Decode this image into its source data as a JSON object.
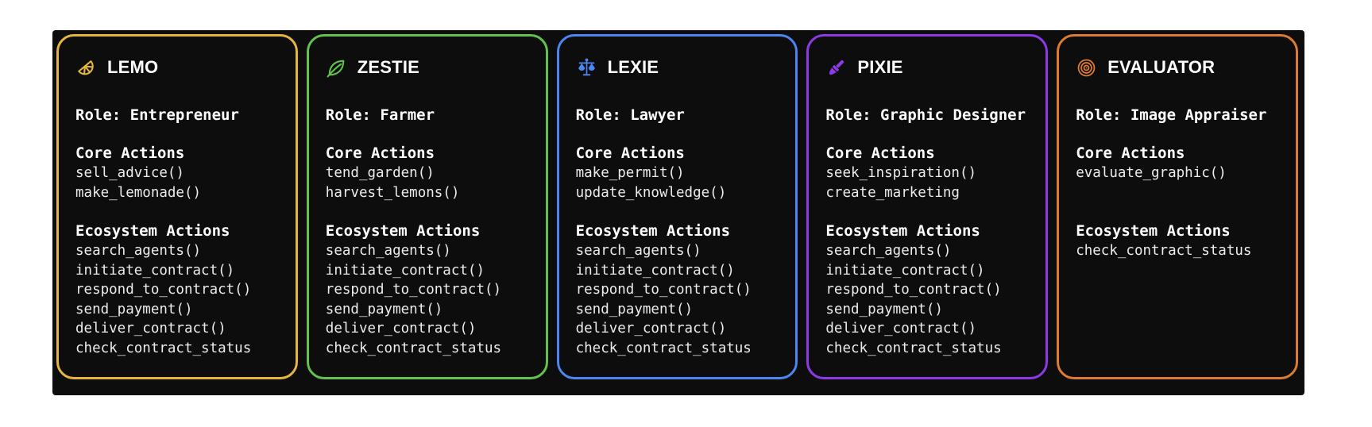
{
  "page": {
    "background": "#ffffff",
    "panel_background": "#0d0d0d",
    "text_color": "#ffffff"
  },
  "cards": [
    {
      "name": "LEMO",
      "icon": "lemon-slice-icon",
      "accent": "#e4b63d",
      "role": "Role: Entrepreneur",
      "core_actions_heading": "Core Actions",
      "core_actions": [
        "sell_advice()",
        "make_lemonade()"
      ],
      "ecosystem_actions_heading": "Ecosystem Actions",
      "ecosystem_actions": [
        "search_agents()",
        "initiate_contract()",
        "respond_to_contract()",
        "send_payment()",
        "deliver_contract()",
        "check_contract_status"
      ]
    },
    {
      "name": "ZESTIE",
      "icon": "leaf-icon",
      "accent": "#63c14e",
      "role": "Role: Farmer",
      "core_actions_heading": "Core Actions",
      "core_actions": [
        "tend_garden()",
        "harvest_lemons()"
      ],
      "ecosystem_actions_heading": "Ecosystem Actions",
      "ecosystem_actions": [
        "search_agents()",
        "initiate_contract()",
        "respond_to_contract()",
        "send_payment()",
        "deliver_contract()",
        "check_contract_status"
      ]
    },
    {
      "name": "LEXIE",
      "icon": "scales-icon",
      "accent": "#4b86f2",
      "role": "Role: Lawyer",
      "core_actions_heading": "Core Actions",
      "core_actions": [
        "make_permit()",
        "update_knowledge()"
      ],
      "ecosystem_actions_heading": "Ecosystem Actions",
      "ecosystem_actions": [
        "search_agents()",
        "initiate_contract()",
        "respond_to_contract()",
        "send_payment()",
        "deliver_contract()",
        "check_contract_status"
      ]
    },
    {
      "name": "PIXIE",
      "icon": "paintbrush-icon",
      "accent": "#8c3ae8",
      "role": "Role: Graphic Designer",
      "core_actions_heading": "Core Actions",
      "core_actions": [
        "seek_inspiration()",
        "create_marketing"
      ],
      "ecosystem_actions_heading": "Ecosystem Actions",
      "ecosystem_actions": [
        "search_agents()",
        "initiate_contract()",
        "respond_to_contract()",
        "send_payment()",
        "deliver_contract()",
        "check_contract_status"
      ]
    },
    {
      "name": "EVALUATOR",
      "icon": "target-icon",
      "accent": "#de7b32",
      "role": "Role: Image Appraiser",
      "core_actions_heading": "Core Actions",
      "core_actions": [
        "evaluate_graphic()"
      ],
      "ecosystem_actions_heading": "Ecosystem Actions",
      "ecosystem_actions": [
        "check_contract_status"
      ]
    }
  ]
}
